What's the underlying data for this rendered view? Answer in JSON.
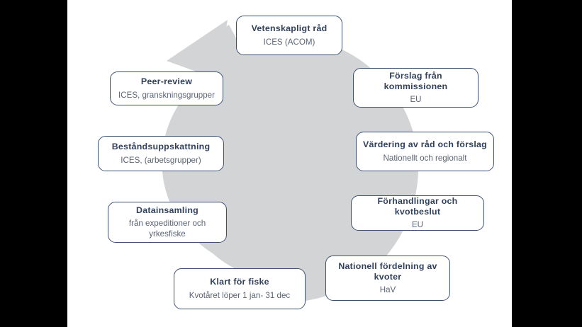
{
  "figure": {
    "kind": "circular-process-diagram",
    "background_color": "#ffffff",
    "letterbox_color": "#000000",
    "arrow_color": "#d2d4d5",
    "node_border_color": "#3f5172",
    "node_title_color": "#31405c",
    "node_subtitle_color": "#5b6474",
    "arrow_direction": "clockwise",
    "arrowhead_position": "top-left, pointing up-right toward first node"
  },
  "nodes": [
    {
      "title": "Vetenskapligt råd",
      "subtitle": "ICES (ACOM)"
    },
    {
      "title": "Förslag från kommissionen",
      "subtitle": "EU"
    },
    {
      "title": "Värdering av råd och förslag",
      "subtitle": "Nationellt och regionalt"
    },
    {
      "title": "Förhandlingar och kvotbeslut",
      "subtitle": "EU"
    },
    {
      "title": "Nationell fördelning av\nkvoter",
      "subtitle": "HaV"
    },
    {
      "title": "Klart för fiske",
      "subtitle": "Kvotåret löper 1 jan- 31 dec"
    },
    {
      "title": "Datainsamling",
      "subtitle": "från expeditioner och\nyrkesfiske"
    },
    {
      "title": "Beståndsuppskattning",
      "subtitle": "ICES, (arbetsgrupper)"
    },
    {
      "title": "Peer-review",
      "subtitle": "ICES, granskningsgrupper"
    }
  ]
}
